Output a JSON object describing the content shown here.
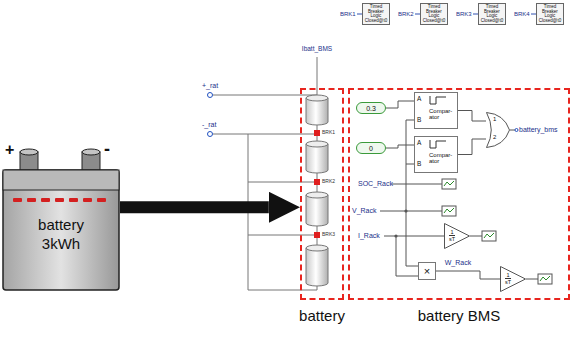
{
  "diagram": {
    "nodes": [
      {
        "text": [
          "Timed Breaker Logic Closed@t0"
        ]
      },
      {
        "text": [
          "Timed Breaker Logic Closed@t0"
        ]
      },
      {
        "text": [
          "Timed Breaker Logic Closed@t0"
        ]
      },
      {
        "text": [
          "Timed Breaker Logic Closed@t0"
        ]
      },
      {
        "text": [
          "battery 3kWh"
        ]
      },
      {
        "text": [
          "battery"
        ]
      },
      {
        "text": [
          "battery BMS"
        ]
      },
      {
        "text": [
          "0.3"
        ],
        "in": 6
      },
      {
        "text": [
          "A",
          "B",
          "Compar-ator"
        ],
        "in": 6
      },
      {
        "text": [
          "0"
        ],
        "in": 6
      },
      {
        "text": [
          "A",
          "B",
          "Compar-ator"
        ],
        "in": 6
      },
      {
        "text": [
          "1",
          "2"
        ],
        "in": 6
      },
      {
        "text": [
          "1",
          "sT"
        ],
        "in": 6
      },
      {
        "text": [
          "×"
        ],
        "in": 6
      },
      {
        "text": [
          "1",
          "sT"
        ],
        "in": 6
      }
    ],
    "edges": [
      {
        "from": 4,
        "to": 5,
        "arrow": "to"
      },
      {
        "from": 7,
        "to": 8,
        "arrow": "none"
      },
      {
        "from": 9,
        "to": 10,
        "arrow": "none"
      },
      {
        "from": 8,
        "to": 11,
        "arrow": "none"
      },
      {
        "from": 10,
        "to": 11,
        "arrow": "none"
      },
      {
        "from": 13,
        "to": 14,
        "label": "W_Rack",
        "arrow": "none"
      }
    ],
    "labels": [
      "+",
      "-",
      "BRK1",
      "BRK2",
      "BRK3",
      "BRK4",
      "Ibatt_BMS",
      "+_rat",
      "-_rat",
      "BRK1",
      "BRK2",
      "BRK3",
      "SOC_Rack",
      "V_Rack",
      "I_Rack",
      "battery_bms"
    ]
  }
}
